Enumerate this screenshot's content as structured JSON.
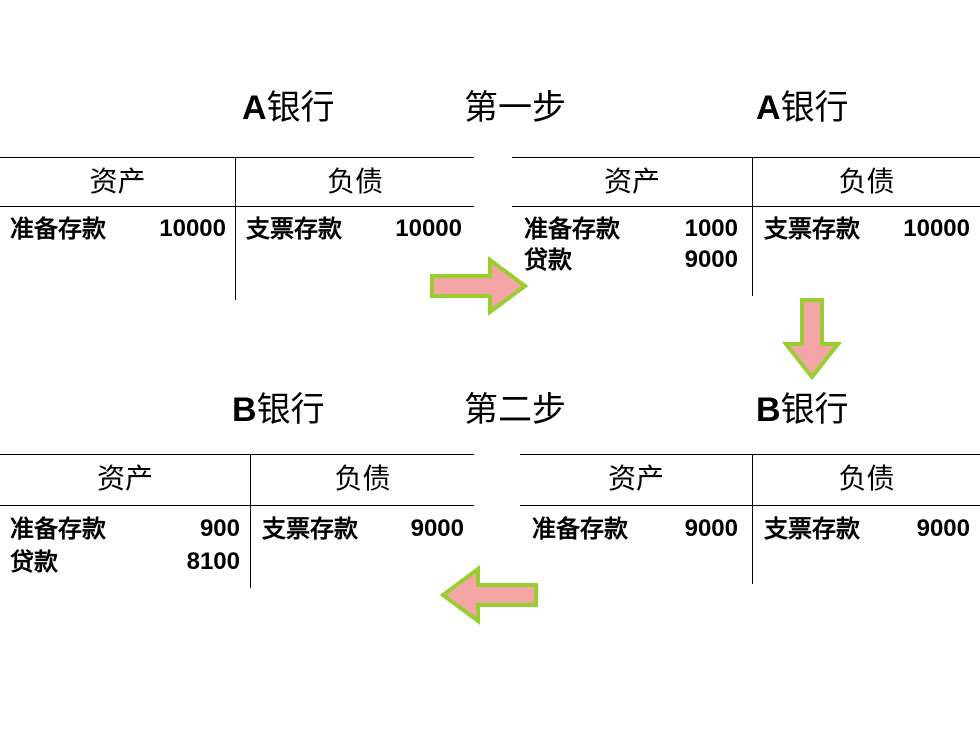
{
  "colors": {
    "arrow_fill": "#f4a6a6",
    "arrow_stroke": "#9acd32"
  },
  "panels": {
    "a_left": {
      "bank_letter": "A",
      "bank_suffix": "银行",
      "assets_header": "资产",
      "liabilities_header": "负债",
      "asset_rows": [
        {
          "label": "准备存款",
          "value": "10000"
        }
      ],
      "liability_rows": [
        {
          "label": "支票存款",
          "value": "10000"
        }
      ]
    },
    "a_right": {
      "bank_letter": "A",
      "bank_suffix": "银行",
      "assets_header": "资产",
      "liabilities_header": "负债",
      "asset_rows": [
        {
          "label": "准备存款",
          "value": "1000"
        },
        {
          "label": "贷款",
          "value": "9000"
        }
      ],
      "liability_rows": [
        {
          "label": "支票存款",
          "value": "10000"
        }
      ]
    },
    "b_left": {
      "bank_letter": "B",
      "bank_suffix": "银行",
      "assets_header": "资产",
      "liabilities_header": "负债",
      "asset_rows": [
        {
          "label": "准备存款",
          "value": "900"
        },
        {
          "label": "贷款",
          "value": "8100"
        }
      ],
      "liability_rows": [
        {
          "label": "支票存款",
          "value": "9000"
        }
      ]
    },
    "b_right": {
      "bank_letter": "B",
      "bank_suffix": "银行",
      "assets_header": "资产",
      "liabilities_header": "负债",
      "asset_rows": [
        {
          "label": "准备存款",
          "value": "9000"
        }
      ],
      "liability_rows": [
        {
          "label": "支票存款",
          "value": "9000"
        }
      ]
    }
  },
  "steps": {
    "step1": "第一步",
    "step2": "第二步"
  },
  "arrows": {
    "step1_arrow": "right-arrow",
    "down_arrow": "down-arrow",
    "step2_arrow": "left-arrow"
  }
}
